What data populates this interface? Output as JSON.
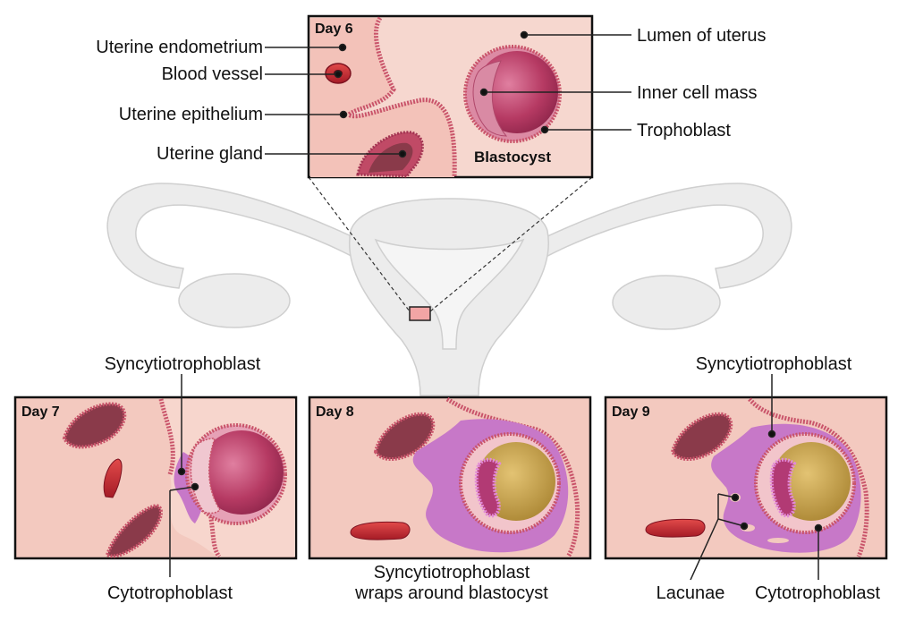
{
  "panels": {
    "day6": {
      "day_label": "Day 6",
      "blastocyst_label": "Blastocyst",
      "labels": {
        "uterine_endometrium": "Uterine endometrium",
        "blood_vessel": "Blood vessel",
        "uterine_epithelium": "Uterine epithelium",
        "uterine_gland": "Uterine gland",
        "lumen_of_uterus": "Lumen of uterus",
        "inner_cell_mass": "Inner cell mass",
        "trophoblast": "Trophoblast"
      }
    },
    "day7": {
      "day_label": "Day 7",
      "labels": {
        "syncytiotrophoblast": "Syncytiotrophoblast",
        "cytotrophoblast": "Cytotrophoblast"
      }
    },
    "day8": {
      "day_label": "Day 8",
      "caption_line1": "Syncytiotrophoblast",
      "caption_line2": "wraps around blastocyst"
    },
    "day9": {
      "day_label": "Day 9",
      "labels": {
        "syncytiotrophoblast": "Syncytiotrophoblast",
        "lacunae": "Lacunae",
        "cytotrophoblast": "Cytotrophoblast"
      }
    }
  },
  "colors": {
    "panel_bg": "#f5c9bf",
    "tissue_line": "#c9546a",
    "blastocyst_fill": "#b8456a",
    "syncytio": "#c778c8",
    "yolk": "#c9a54e",
    "uterus": "#ebebeb"
  }
}
